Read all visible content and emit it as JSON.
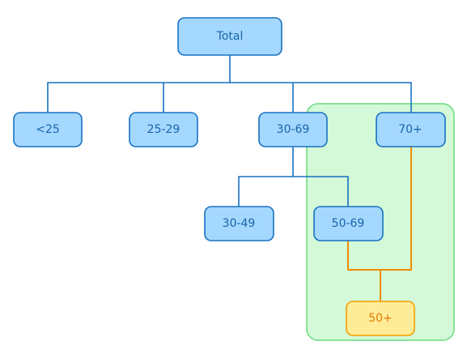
{
  "nodes": {
    "total": "Total",
    "under25": "<25",
    "age25_29": "25-29",
    "age30_69": "30-69",
    "age70plus": "70+",
    "age30_49": "30-49",
    "age50_69": "50-69",
    "age50plus": "50+"
  },
  "colors": {
    "node_fill": "#a5d8ff",
    "node_stroke": "#1971c2",
    "node_text": "#1864ab",
    "highlight_fill": "#ffec99",
    "highlight_stroke": "#f59f00",
    "highlight_text": "#e67700",
    "group_fill": "#d3f9d8",
    "group_stroke": "#69db7c",
    "tree_line": "#1971c2",
    "merge_line": "#f08c00"
  }
}
